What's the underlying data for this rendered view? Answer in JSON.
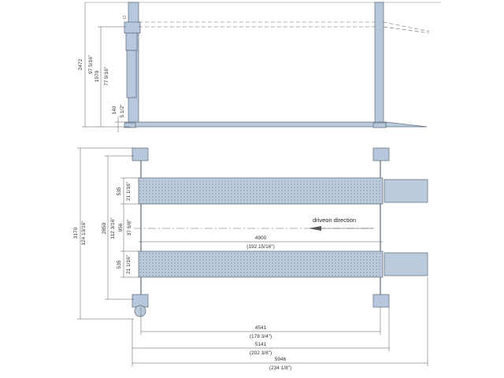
{
  "side_view": {
    "dims": {
      "overall_height": "2472",
      "height_inch": "97 5/16\"",
      "lift_height": "1970",
      "lift_inch": "77 9/16\"",
      "low_height": "140",
      "low_inch": "5 1/2\""
    }
  },
  "top_view": {
    "dims": {
      "total_width": "3170",
      "total_width_inch": "124 13/16\"",
      "outer_runway": "2850",
      "outer_runway_inch": "112 3/16\"",
      "runway_width_top": "535",
      "runway_width_top_inch": "21 1/16\"",
      "runway_gap": "956",
      "runway_gap_inch": "37 5/8\"",
      "runway_width_bottom": "535",
      "runway_width_bottom_inch": "21 1/16\"",
      "runway_length": "4900",
      "runway_length_inch": "(192 15/16\")",
      "post_spacing": "4541",
      "post_spacing_inch": "(178 3/4\")",
      "length_with_ramp": "5141",
      "length_with_ramp_inch": "(202 3/8\")",
      "overall_length": "5946",
      "overall_length_inch": "(234 1/8\")"
    },
    "direction_label": "driveon direction"
  },
  "colors": {
    "steel": "#bccbdc",
    "outline": "#5a6878"
  }
}
